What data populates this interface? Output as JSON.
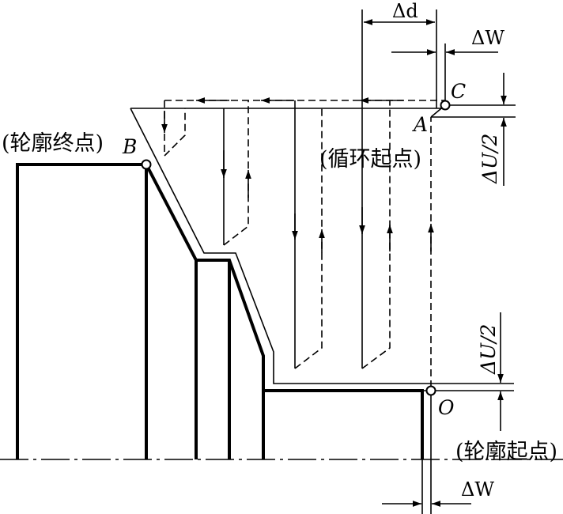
{
  "labels": {
    "end_point": "(轮廓终点)",
    "cycle_start": "(循环起点)",
    "profile_start": "(轮廓起点)"
  },
  "points": {
    "A": "A",
    "B": "B",
    "C": "C",
    "O": "O"
  },
  "dims": {
    "delta_d": "Δd",
    "delta_w_top": "ΔW",
    "delta_w_bottom": "ΔW",
    "delta_u2_top": "ΔU/2",
    "delta_u2_bottom": "ΔU/2"
  }
}
